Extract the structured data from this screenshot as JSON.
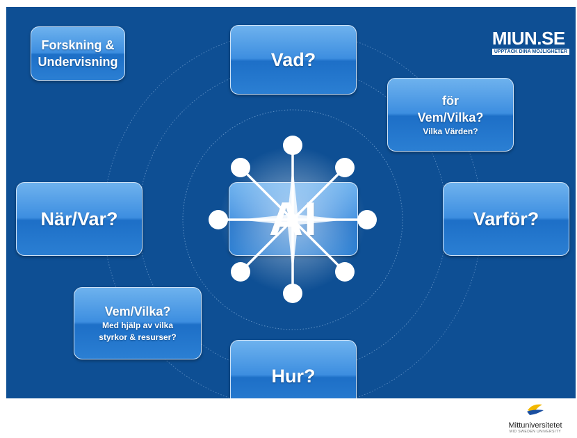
{
  "logo": {
    "main": "MIUN.SE",
    "tagline": "UPPTÄCK DINA MÖJLIGHETER"
  },
  "center": {
    "label": "AI"
  },
  "boxes": {
    "forskning": {
      "line1": "Forskning &",
      "line2": "Undervisning"
    },
    "vad": {
      "label": "Vad?"
    },
    "for_vem": {
      "line1": "för",
      "line2": "Vem/Vilka?",
      "line3": "Vilka Värden?"
    },
    "varfor": {
      "label": "Varför?"
    },
    "nar_var": {
      "label": "När/Var?"
    },
    "vem_vilka": {
      "line1": "Vem/Vilka?",
      "line2": "Med hjälp av vilka",
      "line3": "styrkor & resurser?"
    },
    "hur": {
      "label": "Hur?"
    }
  },
  "university": {
    "name": "Mittuniversitetet",
    "subtitle": "MID SWEDEN UNIVERSITY"
  }
}
